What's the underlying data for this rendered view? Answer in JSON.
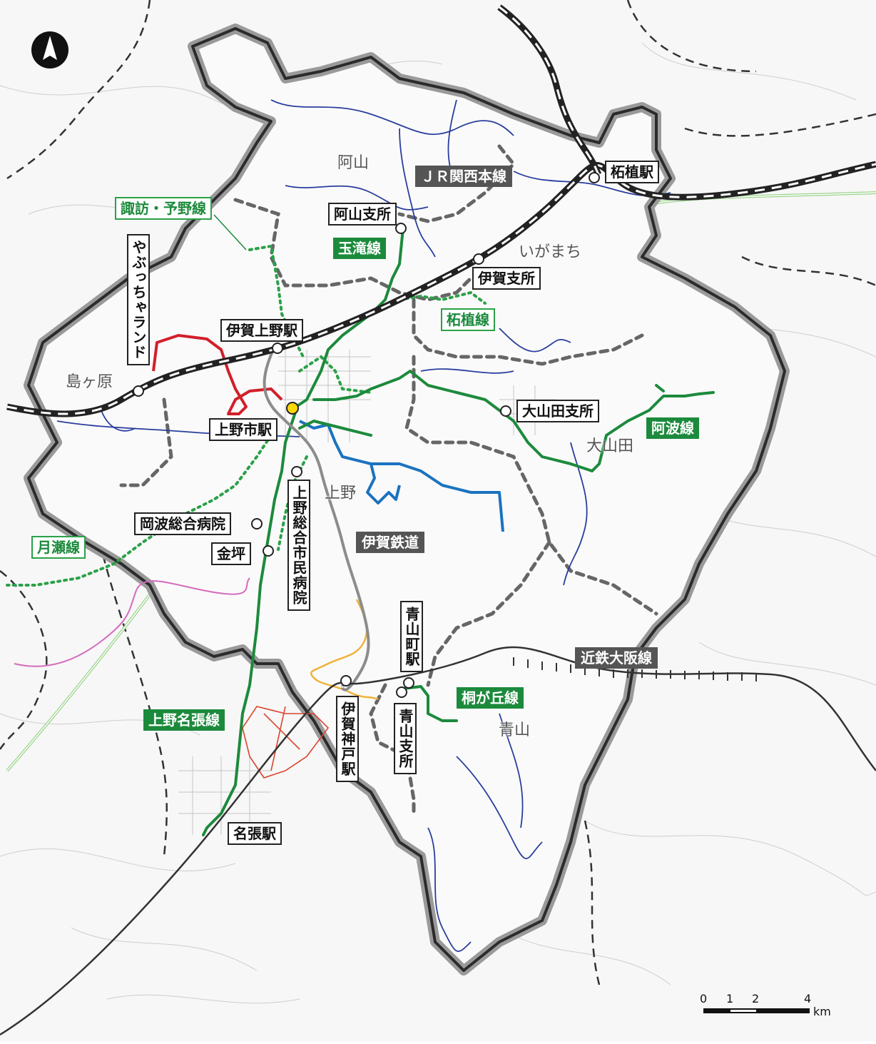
{
  "map": {
    "north_arrow": "north-arrow-icon",
    "colors": {
      "boundary": "#2b2b2b",
      "boundary_halo": "#9a9a9a",
      "jr_line": "#222222",
      "bus_green": "#1c8a3c",
      "bus_dotted": "#2aa148",
      "iga_railway": "#8c8c8c",
      "river_blue": "#2a3e9e",
      "route_red": "#d21f2a",
      "route_blue": "#1a73c0",
      "route_orange": "#f0b23a",
      "route_pink": "#d46bbd",
      "expressway": "#9ad38a"
    },
    "stations": {
      "tsuge": "柘植駅",
      "iga_ueno": "伊賀上野駅",
      "uenoshi": "上野市駅",
      "aoyamacho": "青山町駅",
      "iga_kambe": "伊賀神戸駅",
      "nabari": "名張駅"
    },
    "facilities": {
      "ayama_branch": "阿山支所",
      "iga_branch": "伊賀支所",
      "oyamada_branch": "大山田支所",
      "aoyama_branch": "青山支所",
      "okanami_hospital": "岡波総合病院",
      "kanetsubo": "金坪",
      "ueno_hospital": "上野総合市民病院",
      "yabucchaland": "やぶっちゃランド",
      "shimagahara": "島ヶ原"
    },
    "routes": {
      "tamataki": "玉滝線",
      "tsuge_line": "柘植線",
      "awa": "阿波線",
      "kirigaoka": "桐が丘線",
      "ueno_nabari": "上野名張線",
      "suwa_yono": "諏訪・予野線",
      "tsukigase": "月瀬線"
    },
    "railways": {
      "jr_kansai": "ＪＲ関西本線",
      "iga_tetsudo": "伊賀鉄道",
      "kintetsu_osaka": "近鉄大阪線"
    },
    "areas": {
      "ayama": "阿山",
      "igamachi": "いがまち",
      "ueno": "上野",
      "oyamada": "大山田",
      "aoyama": "青山"
    },
    "scale": {
      "ticks": [
        "0",
        "1",
        "2",
        "4"
      ],
      "unit": "km"
    }
  }
}
